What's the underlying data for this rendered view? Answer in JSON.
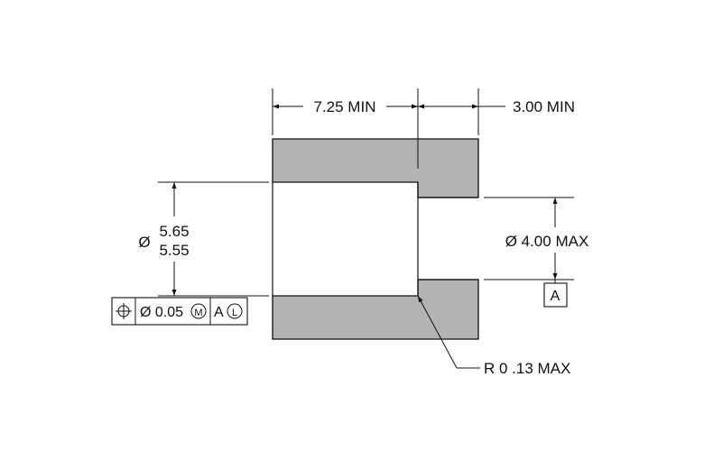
{
  "drawing": {
    "part_fill": "#b3b3b5",
    "line_color": "#111111",
    "dim_left_length": "7.25 MIN",
    "dim_right_length": "3.00 MIN",
    "bore_dia_symbol": "Ø",
    "bore_dia_upper": "5.65",
    "bore_dia_lower": "5.55",
    "small_bore_dia": "Ø 4.00 MAX",
    "datum_label": "A",
    "radius_note": "R 0 .13 MAX",
    "fcf": {
      "symbol_icon": "position-icon",
      "tolerance": "Ø 0.05",
      "tolerance_modifier": "M",
      "datum_ref": "A",
      "datum_modifier": "L"
    }
  }
}
